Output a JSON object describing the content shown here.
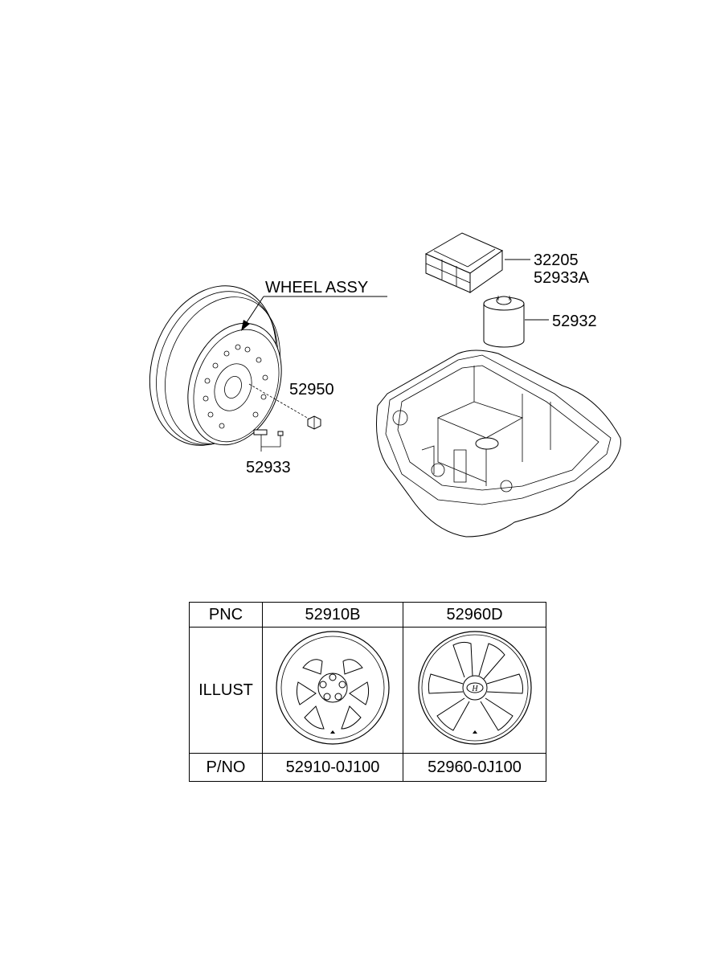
{
  "labels": {
    "wheel_assy": "WHEEL ASSY",
    "part_32205": "32205",
    "part_52933A": "52933A",
    "part_52932": "52932",
    "part_52950": "52950",
    "part_52933": "52933"
  },
  "table": {
    "row_headers": [
      "PNC",
      "ILLUST",
      "P/NO"
    ],
    "columns": [
      {
        "pnc": "52910B",
        "pno": "52910-0J100"
      },
      {
        "pnc": "52960D",
        "pno": "52960-0J100"
      }
    ]
  }
}
